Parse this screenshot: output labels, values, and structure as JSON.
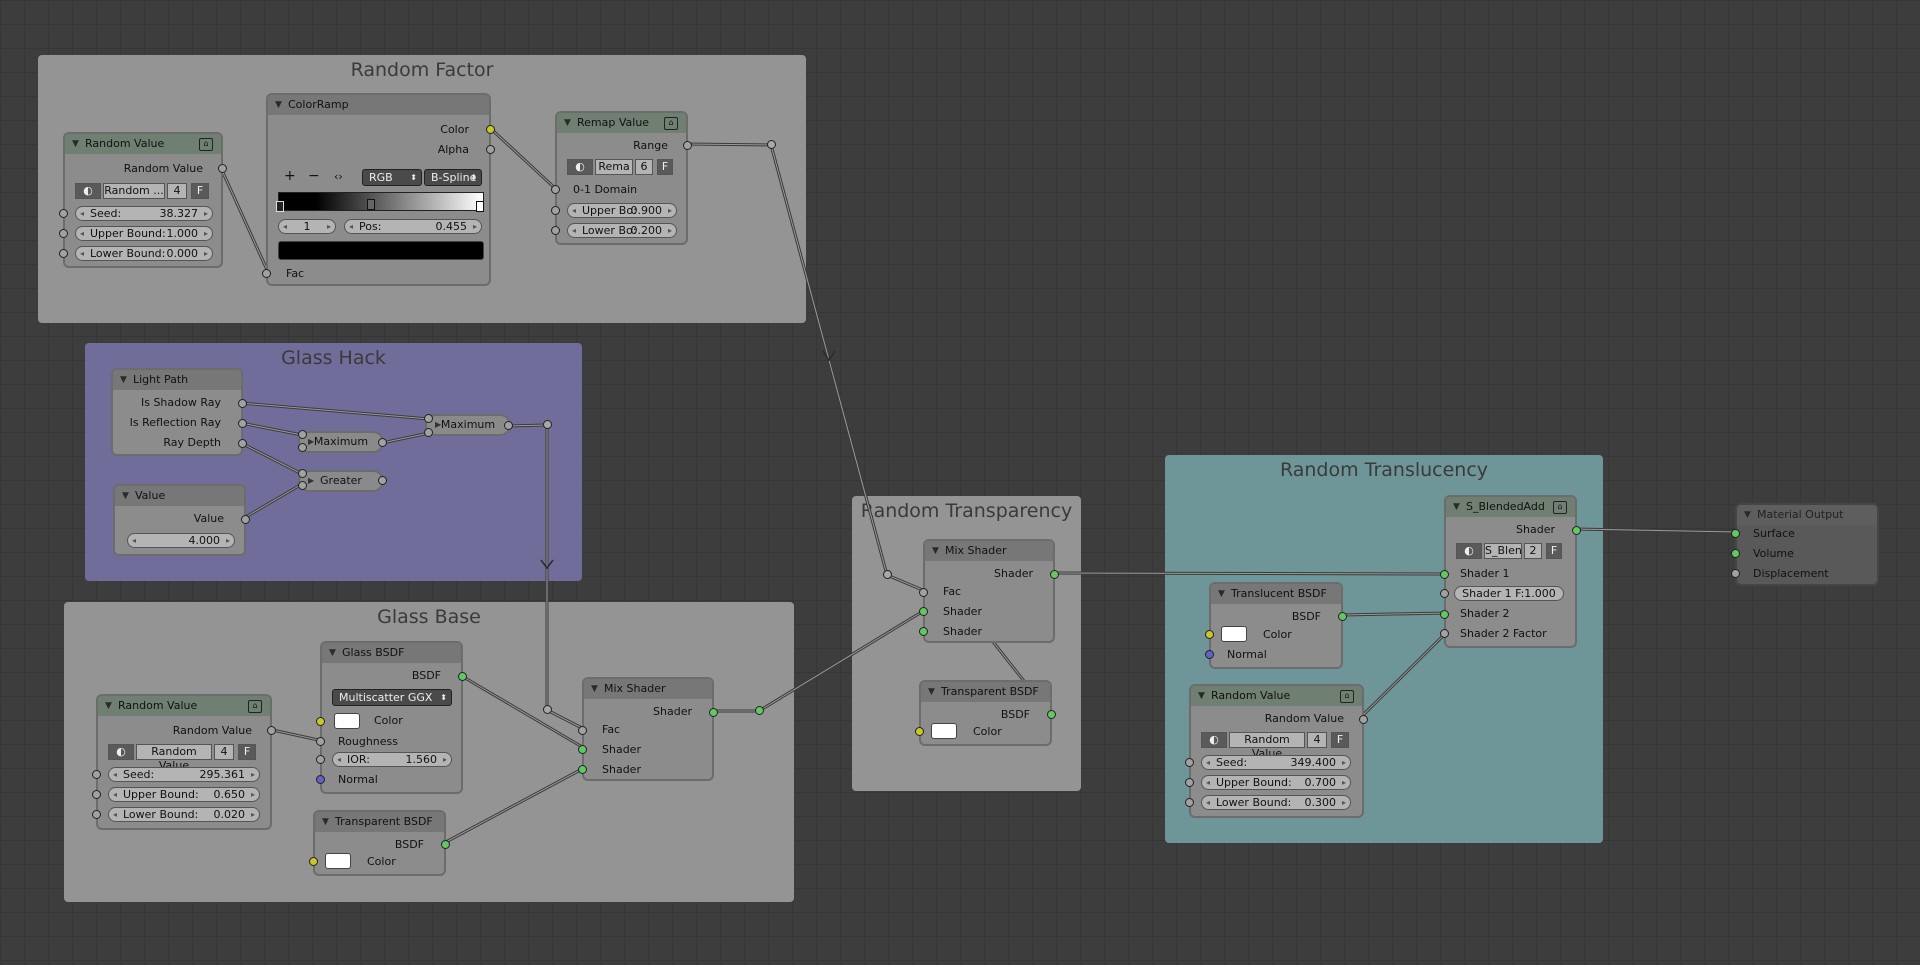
{
  "frames": {
    "random_factor": "Random Factor",
    "glass_hack": "Glass Hack",
    "glass_base": "Glass Base",
    "random_transparency": "Random Transparency",
    "random_translucency": "Random Translucency"
  },
  "rf_random_value": {
    "title": "Random Value",
    "output": "Random Value",
    "group": "Random ...",
    "users": "4",
    "fake": "F",
    "seed_label": "Seed:",
    "seed": "38.327",
    "upper_label": "Upper Bound:",
    "upper": "1.000",
    "lower_label": "Lower Bound:",
    "lower": "0.000"
  },
  "colorramp": {
    "title": "ColorRamp",
    "out_color": "Color",
    "out_alpha": "Alpha",
    "add": "+",
    "remove": "−",
    "flip": "‹›",
    "mode": "RGB",
    "interp": "B-Spline",
    "index": "1",
    "pos_label": "Pos:",
    "pos": "0.455",
    "in_fac": "Fac"
  },
  "remap": {
    "title": "Remap Value",
    "output": "Range",
    "group": "Rema",
    "users": "6",
    "fake": "F",
    "domain": "0-1 Domain",
    "upper_label": "Upper Bo:",
    "upper": "0.900",
    "lower_label": "Lower Bo:",
    "lower": "0.200"
  },
  "light_path": {
    "title": "Light Path",
    "shadow": "Is Shadow Ray",
    "reflection": "Is Reflection Ray",
    "depth": "Ray Depth"
  },
  "gh_value": {
    "title": "Value",
    "output": "Value",
    "value": "4.000"
  },
  "math": {
    "max1": "Maximum",
    "max2": "Maximum",
    "greater": "Greater"
  },
  "gb_random_value": {
    "title": "Random Value",
    "output": "Random Value",
    "group": "Random Value",
    "users": "4",
    "fake": "F",
    "seed_label": "Seed:",
    "seed": "295.361",
    "upper_label": "Upper Bound:",
    "upper": "0.650",
    "lower_label": "Lower Bound:",
    "lower": "0.020"
  },
  "glass_bsdf": {
    "title": "Glass BSDF",
    "output": "BSDF",
    "distribution": "Multiscatter GGX",
    "color": "Color",
    "roughness": "Roughness",
    "ior_label": "IOR:",
    "ior": "1.560",
    "normal": "Normal"
  },
  "gb_transparent": {
    "title": "Transparent BSDF",
    "output": "BSDF",
    "color": "Color"
  },
  "gb_mix": {
    "title": "Mix Shader",
    "output": "Shader",
    "fac": "Fac",
    "s1": "Shader",
    "s2": "Shader"
  },
  "rt_mix": {
    "title": "Mix Shader",
    "output": "Shader",
    "fac": "Fac",
    "s1": "Shader",
    "s2": "Shader"
  },
  "rt_transparent": {
    "title": "Transparent BSDF",
    "output": "BSDF",
    "color": "Color"
  },
  "blended": {
    "title": "S_BlendedAdd",
    "output": "Shader",
    "group": "S_Blen",
    "users": "2",
    "fake": "F",
    "s1": "Shader 1",
    "fac_field": "Shader 1 F:1.000",
    "s2": "Shader 2",
    "s2fac": "Shader 2 Factor"
  },
  "translucent": {
    "title": "Translucent BSDF",
    "output": "BSDF",
    "color": "Color",
    "normal": "Normal"
  },
  "rtl_random_value": {
    "title": "Random Value",
    "output": "Random Value",
    "group": "Random Value",
    "users": "4",
    "fake": "F",
    "seed_label": "Seed:",
    "seed": "349.400",
    "upper_label": "Upper Bound:",
    "upper": "0.700",
    "lower_label": "Lower Bound:",
    "lower": "0.300"
  },
  "material_output": {
    "title": "Material Output",
    "surface": "Surface",
    "volume": "Volume",
    "displacement": "Displacement"
  },
  "colors": {
    "background": "#3d3d3d",
    "frame_grey": "#949494",
    "frame_purple": "#716d9a",
    "frame_teal": "#6e9598",
    "shader_socket": "#63c763",
    "color_socket": "#c7c729",
    "vector_socket": "#6363c7"
  }
}
